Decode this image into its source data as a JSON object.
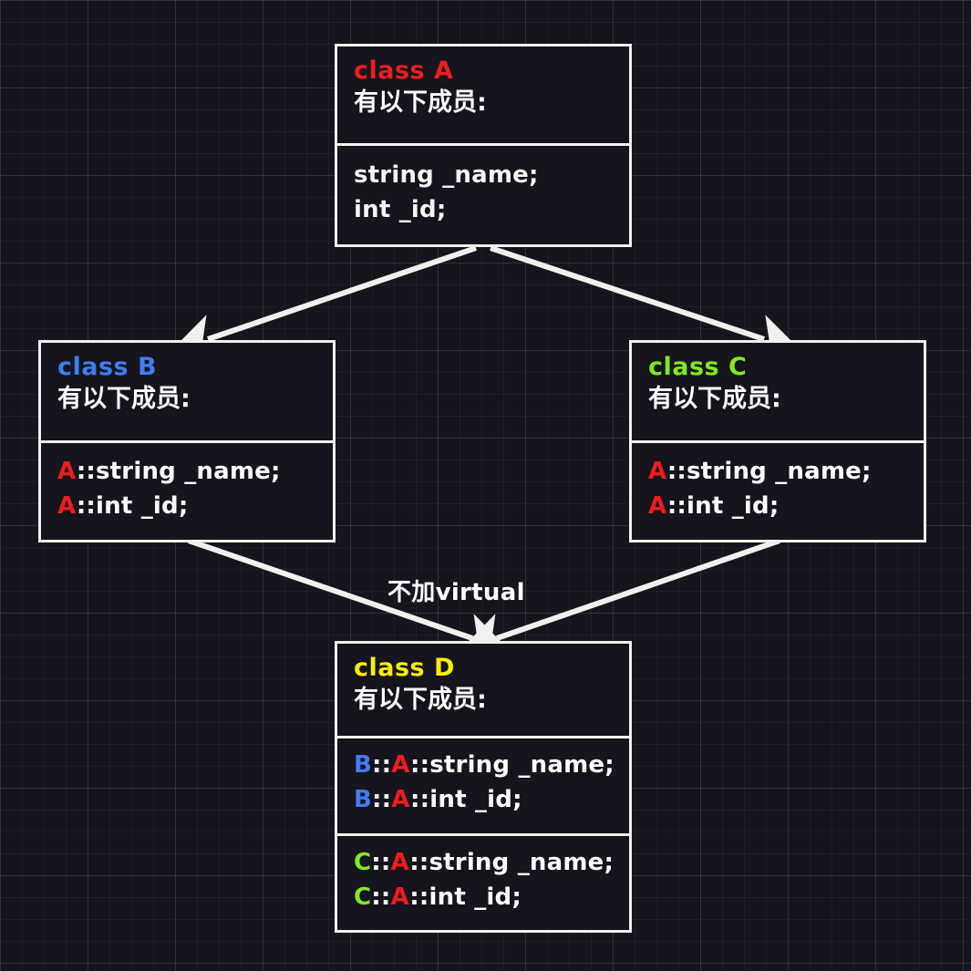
{
  "diagram": {
    "title": "C++ multiple inheritance diamond (non-virtual)",
    "background_color": "#16151d",
    "line_color": "#f0f0ee",
    "palette": {
      "A": "#ee1c1c",
      "B": "#3f7cf6",
      "C": "#80e820",
      "D": "#f5ee07",
      "text": "#ffffff"
    },
    "members_heading": "有以下成员:",
    "edge_label": "不加virtual",
    "nodes": [
      {
        "id": "A",
        "class_keyword": "class",
        "class_name": "A",
        "heading": "有以下成员:",
        "sections": [
          {
            "lines": [
              "string _name;",
              "int _id;"
            ]
          }
        ]
      },
      {
        "id": "B",
        "class_keyword": "class",
        "class_name": "B",
        "heading": "有以下成员:",
        "sections": [
          {
            "lines_rich": [
              [
                {
                  "t": "A",
                  "c": "A"
                },
                {
                  "t": "::string _name;",
                  "c": "text"
                }
              ],
              [
                {
                  "t": "A",
                  "c": "A"
                },
                {
                  "t": "::int _id;",
                  "c": "text"
                }
              ]
            ]
          }
        ]
      },
      {
        "id": "C",
        "class_keyword": "class",
        "class_name": "C",
        "heading": "有以下成员:",
        "sections": [
          {
            "lines_rich": [
              [
                {
                  "t": "A",
                  "c": "A"
                },
                {
                  "t": "::string _name;",
                  "c": "text"
                }
              ],
              [
                {
                  "t": "A",
                  "c": "A"
                },
                {
                  "t": "::int _id;",
                  "c": "text"
                }
              ]
            ]
          }
        ]
      },
      {
        "id": "D",
        "class_keyword": "class",
        "class_name": "D",
        "heading": "有以下成员:",
        "sections": [
          {
            "lines_rich": [
              [
                {
                  "t": "B",
                  "c": "B"
                },
                {
                  "t": "::",
                  "c": "text"
                },
                {
                  "t": "A",
                  "c": "A"
                },
                {
                  "t": "::string _name;",
                  "c": "text"
                }
              ],
              [
                {
                  "t": "B",
                  "c": "B"
                },
                {
                  "t": "::",
                  "c": "text"
                },
                {
                  "t": "A",
                  "c": "A"
                },
                {
                  "t": "::int _id;",
                  "c": "text"
                }
              ]
            ]
          },
          {
            "lines_rich": [
              [
                {
                  "t": "C",
                  "c": "C"
                },
                {
                  "t": "::",
                  "c": "text"
                },
                {
                  "t": "A",
                  "c": "A"
                },
                {
                  "t": "::string _name;",
                  "c": "text"
                }
              ],
              [
                {
                  "t": "C",
                  "c": "C"
                },
                {
                  "t": "::",
                  "c": "text"
                },
                {
                  "t": "A",
                  "c": "A"
                },
                {
                  "t": "::int _id;",
                  "c": "text"
                }
              ]
            ]
          }
        ]
      }
    ],
    "edges": [
      {
        "from": "A",
        "to": "B",
        "label": ""
      },
      {
        "from": "A",
        "to": "C",
        "label": ""
      },
      {
        "from": "B",
        "to": "D",
        "label": "不加virtual"
      },
      {
        "from": "C",
        "to": "D",
        "label": ""
      }
    ]
  },
  "box_a": {
    "class_keyword": "class",
    "class_name": "A",
    "heading": "有以下成员:",
    "member1": "string _name;",
    "member2": "int _id;"
  },
  "box_b": {
    "class_keyword": "class",
    "class_name": "B",
    "heading": "有以下成员:",
    "m1_owner": "A",
    "m1_rest": "::string _name;",
    "m2_owner": "A",
    "m2_rest": "::int _id;"
  },
  "box_c": {
    "class_keyword": "class",
    "class_name": "C",
    "heading": "有以下成员:",
    "m1_owner": "A",
    "m1_rest": "::string _name;",
    "m2_owner": "A",
    "m2_rest": "::int _id;"
  },
  "box_d": {
    "class_keyword": "class",
    "class_name": "D",
    "heading": "有以下成员:",
    "s1_m1_owner": "B",
    "s1_m1_sep": "::",
    "s1_m1_base": "A",
    "s1_m1_rest": "::string _name;",
    "s1_m2_owner": "B",
    "s1_m2_sep": "::",
    "s1_m2_base": "A",
    "s1_m2_rest": "::int _id;",
    "s2_m1_owner": "C",
    "s2_m1_sep": "::",
    "s2_m1_base": "A",
    "s2_m1_rest": "::string _name;",
    "s2_m2_owner": "C",
    "s2_m2_sep": "::",
    "s2_m2_base": "A",
    "s2_m2_rest": "::int _id;"
  },
  "labels": {
    "virtual_note": "不加virtual"
  }
}
